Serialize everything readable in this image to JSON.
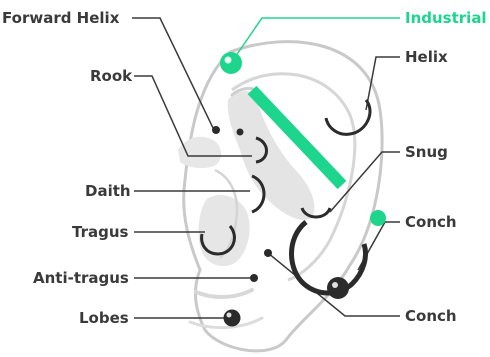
{
  "diagram": {
    "labels": {
      "industrial": "Industrial",
      "forward_helix": "Forward Helix",
      "helix": "Helix",
      "rook": "Rook",
      "snug": "Snug",
      "daith": "Daith",
      "tragus": "Tragus",
      "conch_upper": "Conch",
      "anti_tragus": "Anti-tragus",
      "lobes": "Lobes",
      "conch_lower": "Conch"
    }
  },
  "colors": {
    "accent": "#1ed58e",
    "ear_outline": "#c8c8c8",
    "ear_fill": "#e6e6e6",
    "jewelry": "#2b2b2b",
    "label_text": "#3a3a3a"
  }
}
